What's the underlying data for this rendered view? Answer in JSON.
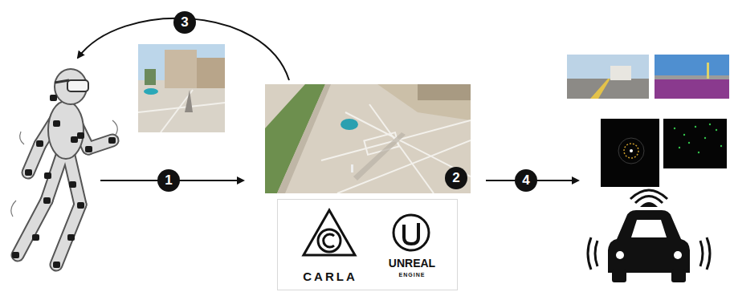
{
  "diagram": {
    "nodes": [
      {
        "text": [
          "CARLA",
          "UNREAL",
          "ENGINE"
        ]
      }
    ],
    "labels": [
      "1",
      "2",
      "3",
      "4"
    ]
  }
}
